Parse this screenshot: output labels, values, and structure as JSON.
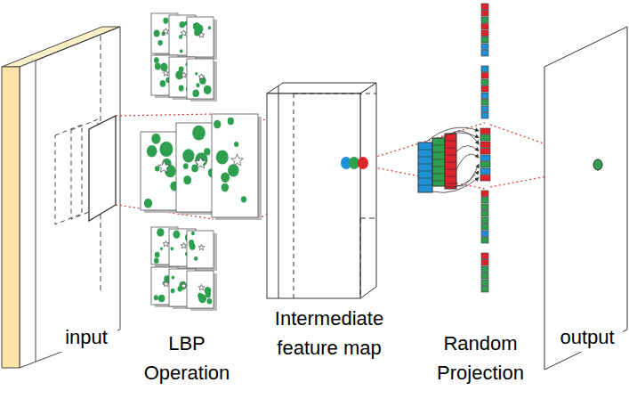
{
  "diagram": {
    "labels": [
      "input",
      "LBP Operation",
      "Intermediate feature map",
      "Random Projection",
      "output"
    ]
  }
}
